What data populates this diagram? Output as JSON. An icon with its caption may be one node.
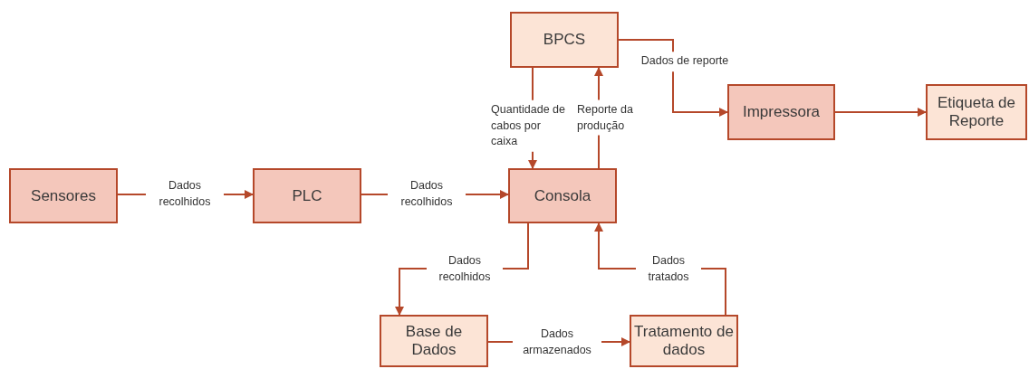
{
  "diagram": {
    "nodes": [
      {
        "text": [
          "BPCS"
        ]
      },
      {
        "text": [
          "Impressora"
        ]
      },
      {
        "text": [
          "Etiqueta de Reporte"
        ]
      },
      {
        "text": [
          "Sensores"
        ]
      },
      {
        "text": [
          "PLC"
        ]
      },
      {
        "text": [
          "Consola"
        ]
      },
      {
        "text": [
          "Base de Dados"
        ]
      },
      {
        "text": [
          "Tratamento de dados"
        ]
      }
    ],
    "edges": [
      {
        "from": 3,
        "to": 4,
        "arrow": "to",
        "label": "Dados recolhidos"
      },
      {
        "from": 4,
        "to": 5,
        "arrow": "to",
        "label": "Dados recolhidos"
      },
      {
        "from": 0,
        "to": 5,
        "arrow": "to",
        "label": "Quantidade de cabos por caixa"
      },
      {
        "from": 5,
        "to": 0,
        "arrow": "to",
        "label": "Reporte da produção"
      },
      {
        "from": 0,
        "to": 1,
        "arrow": "to",
        "label": "Dados de reporte"
      },
      {
        "from": 1,
        "to": 2,
        "arrow": "to"
      },
      {
        "from": 5,
        "to": 6,
        "arrow": "to",
        "label": "Dados recolhidos"
      },
      {
        "from": 7,
        "to": 5,
        "arrow": "to",
        "label": "Dados tratados"
      },
      {
        "from": 6,
        "to": 7,
        "arrow": "to",
        "label": "Dados armazenados"
      }
    ]
  }
}
